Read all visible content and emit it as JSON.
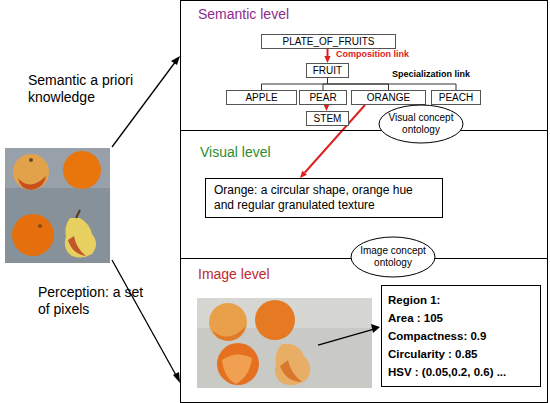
{
  "diagram": {
    "nodes": [
      {
        "text": [
          "Semantic level"
        ]
      },
      {
        "text": [
          "PLATE_OF_FRUITS"
        ],
        "in": 0
      },
      {
        "text": [
          "FRUIT"
        ],
        "in": 0
      },
      {
        "text": [
          "APPLE"
        ],
        "in": 0
      },
      {
        "text": [
          "PEAR"
        ],
        "in": 0
      },
      {
        "text": [
          "ORANGE"
        ],
        "in": 0
      },
      {
        "text": [
          "PEACH"
        ],
        "in": 0
      },
      {
        "text": [
          "STEM"
        ],
        "in": 0
      },
      {
        "text": [
          "Visual concept ontology"
        ]
      },
      {
        "text": [
          "Visual level"
        ]
      },
      {
        "text": [
          "Orange: a circular shape, orange hue and regular granulated texture"
        ],
        "in": 9
      },
      {
        "text": [
          "Image concept ontology"
        ]
      },
      {
        "text": [
          "Image level"
        ]
      },
      {
        "text": [
          "Region 1:",
          "Area : 105",
          "Compactness: 0.9",
          "Circularity : 0.85",
          "HSV : (0.05,0.2, 0.6) ..."
        ],
        "in": 12
      }
    ],
    "edges": [
      {
        "from": 1,
        "to": 2,
        "arrow": "to"
      },
      {
        "from": 2,
        "to": 3,
        "arrow": "none"
      },
      {
        "from": 2,
        "to": 4,
        "arrow": "none"
      },
      {
        "from": 2,
        "to": 5,
        "arrow": "none"
      },
      {
        "from": 2,
        "to": 6,
        "arrow": "none"
      },
      {
        "from": 4,
        "to": 7,
        "arrow": "to"
      },
      {
        "from": 5,
        "to": 10,
        "arrow": "to"
      }
    ],
    "labels": [
      "Semantic a priori knowledge",
      "Perception: a set of pixels",
      "Composition link",
      "Specialization link"
    ]
  }
}
